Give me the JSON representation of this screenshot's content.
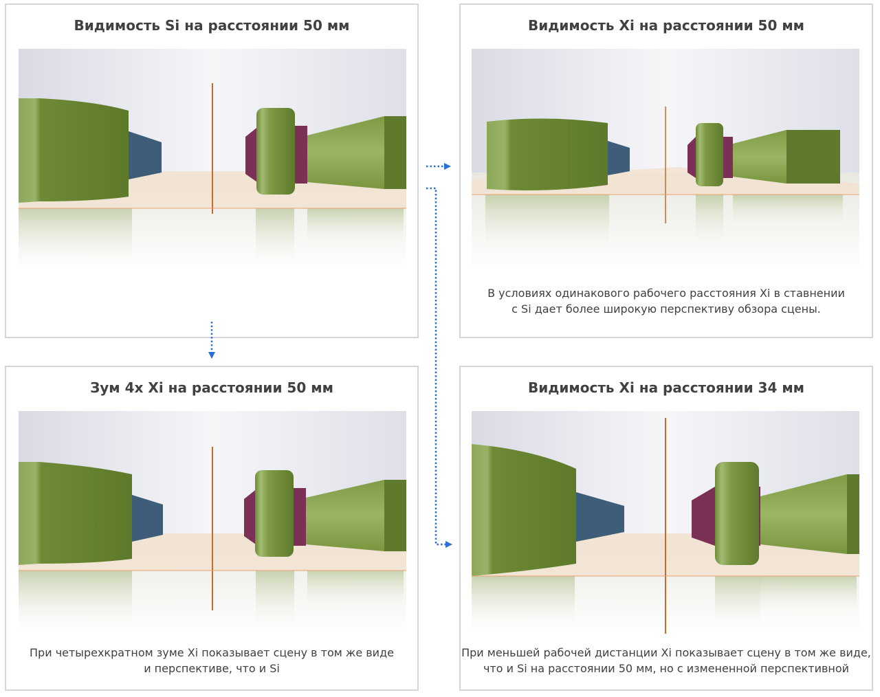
{
  "panels": {
    "si_50": {
      "title": "Видимость Si на расстоянии 50 мм",
      "caption": ""
    },
    "xi_50": {
      "title": "Видимость Xi на расстоянии 50 мм",
      "caption_line1": "В условиях одинакового рабочего расстояния Xi в ставнении",
      "caption_line2": "с Si дает более широкую перспективу обзора сцены."
    },
    "zoom_xi_50": {
      "title": "Зум 4х Xi на расстоянии 50 мм",
      "caption_line1": "При четырехкратном зуме Xi показывает сцену в том же виде",
      "caption_line2": "и перспективе, что и Si"
    },
    "xi_34": {
      "title": "Видимость Xi на расстоянии 34 мм",
      "caption_line1": "При меньшей рабочей дистанции Xi показывает сцену в том же виде,",
      "caption_line2": "что и Si на расстоянии 50 мм, но с измененной перспективной"
    }
  },
  "colors": {
    "green": "#6f8c3a",
    "green_light": "#9bb568",
    "blue_block": "#3d5d78",
    "purple_block": "#7a3155",
    "orange_line": "#c46a2a",
    "arrow_blue": "#2a6fd6",
    "panel_border": "#d3d7d9"
  },
  "arrows": [
    {
      "name": "arrow-si-to-zoom",
      "icon": "arrow-down-icon"
    },
    {
      "name": "arrow-si-to-xi50",
      "icon": "arrow-right-icon"
    },
    {
      "name": "arrow-si-to-xi34",
      "icon": "arrow-right-icon"
    }
  ]
}
